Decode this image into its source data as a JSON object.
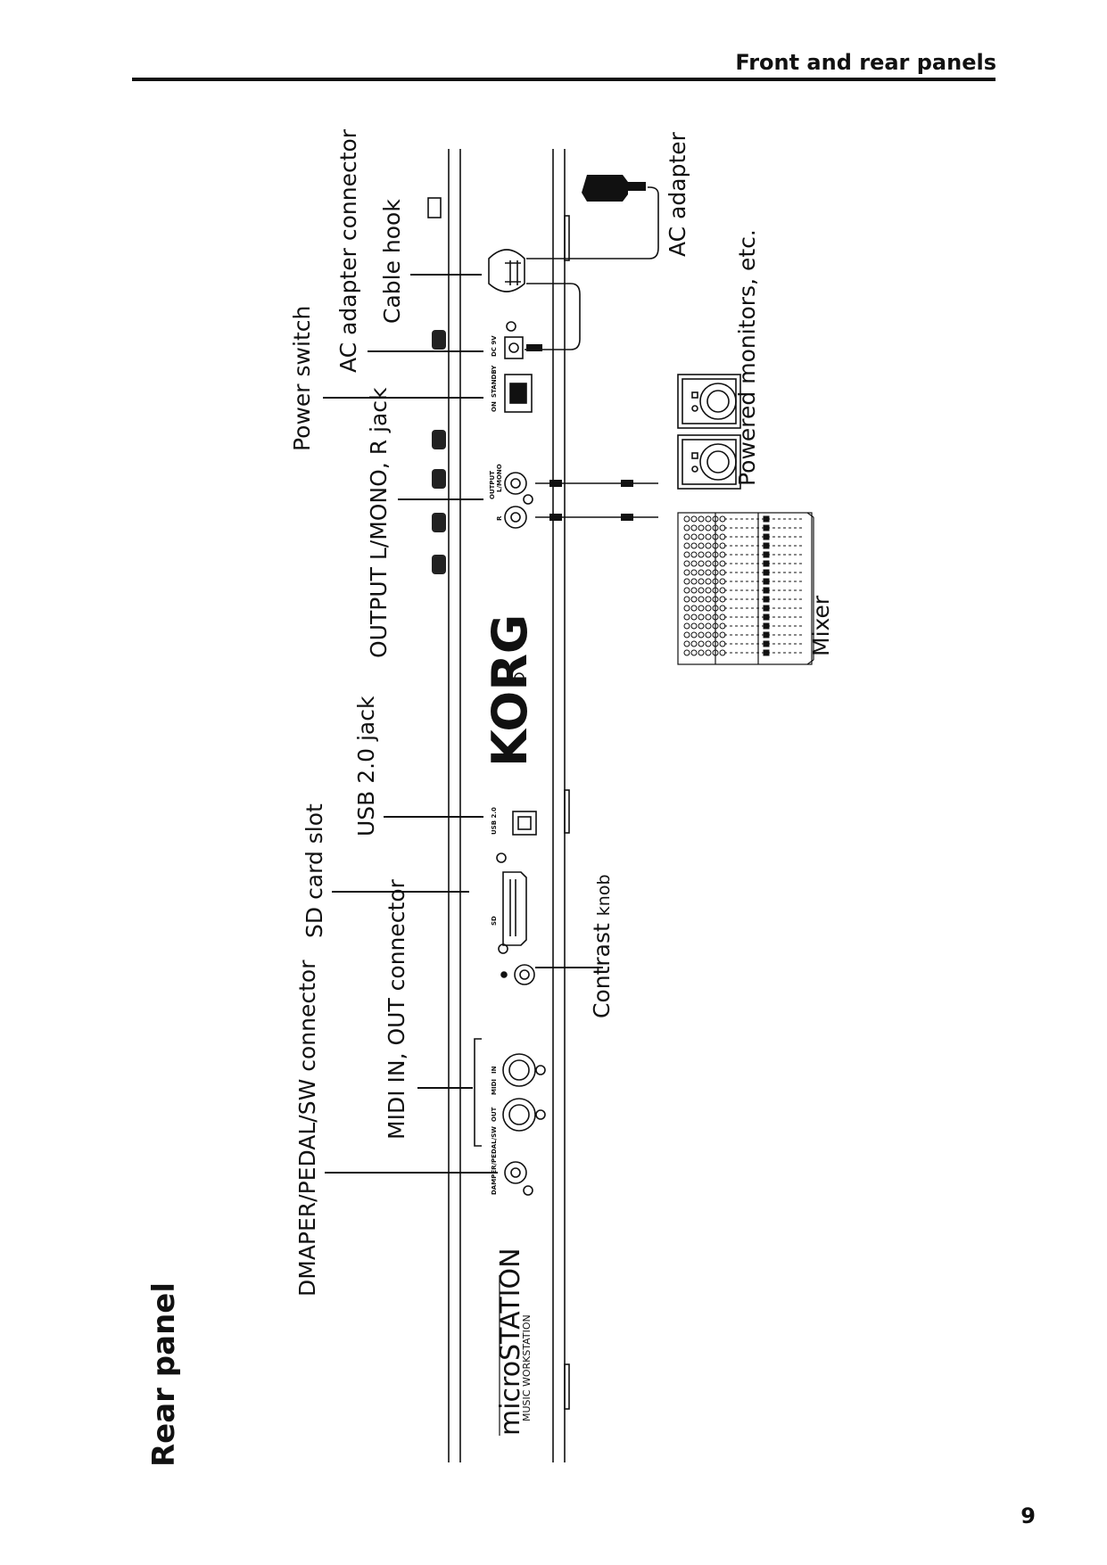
{
  "header": {
    "title": "Front and rear panels"
  },
  "page_number": "9",
  "section": {
    "title": "Rear panel"
  },
  "labels": {
    "ac_adapter": "AC adapter",
    "ac_adapter_connector": "AC adapter connector",
    "cable_hook": "Cable hook",
    "power_switch": "Power switch",
    "powered_monitors": "Powered monitors, etc.",
    "output_jack": "OUTPUT L/MONO, R jack",
    "mixer": "Mixer",
    "usb_jack": "USB 2.0 jack",
    "sd_card_slot": "SD card slot",
    "contrast_main": "Contrast",
    "contrast_small": "knob",
    "midi_connector": "MIDI IN, OUT connector",
    "damper_connector": "DMAPER/PEDAL/SW connector"
  },
  "panel_markings": {
    "brand": "KORG",
    "model": "microSTATION",
    "model_sub": "MUSIC WORKSTATION",
    "output": "OUTPUT",
    "l_mono": "L/MONO",
    "r": "R",
    "dc": "DC 9V",
    "on": "ON",
    "standby": "STANDBY",
    "usb": "USB 2.0",
    "sd": "SD",
    "midi": "MIDI",
    "midi_in": "IN",
    "midi_out": "OUT",
    "damper": "DAMPER/PEDAL/SW"
  }
}
